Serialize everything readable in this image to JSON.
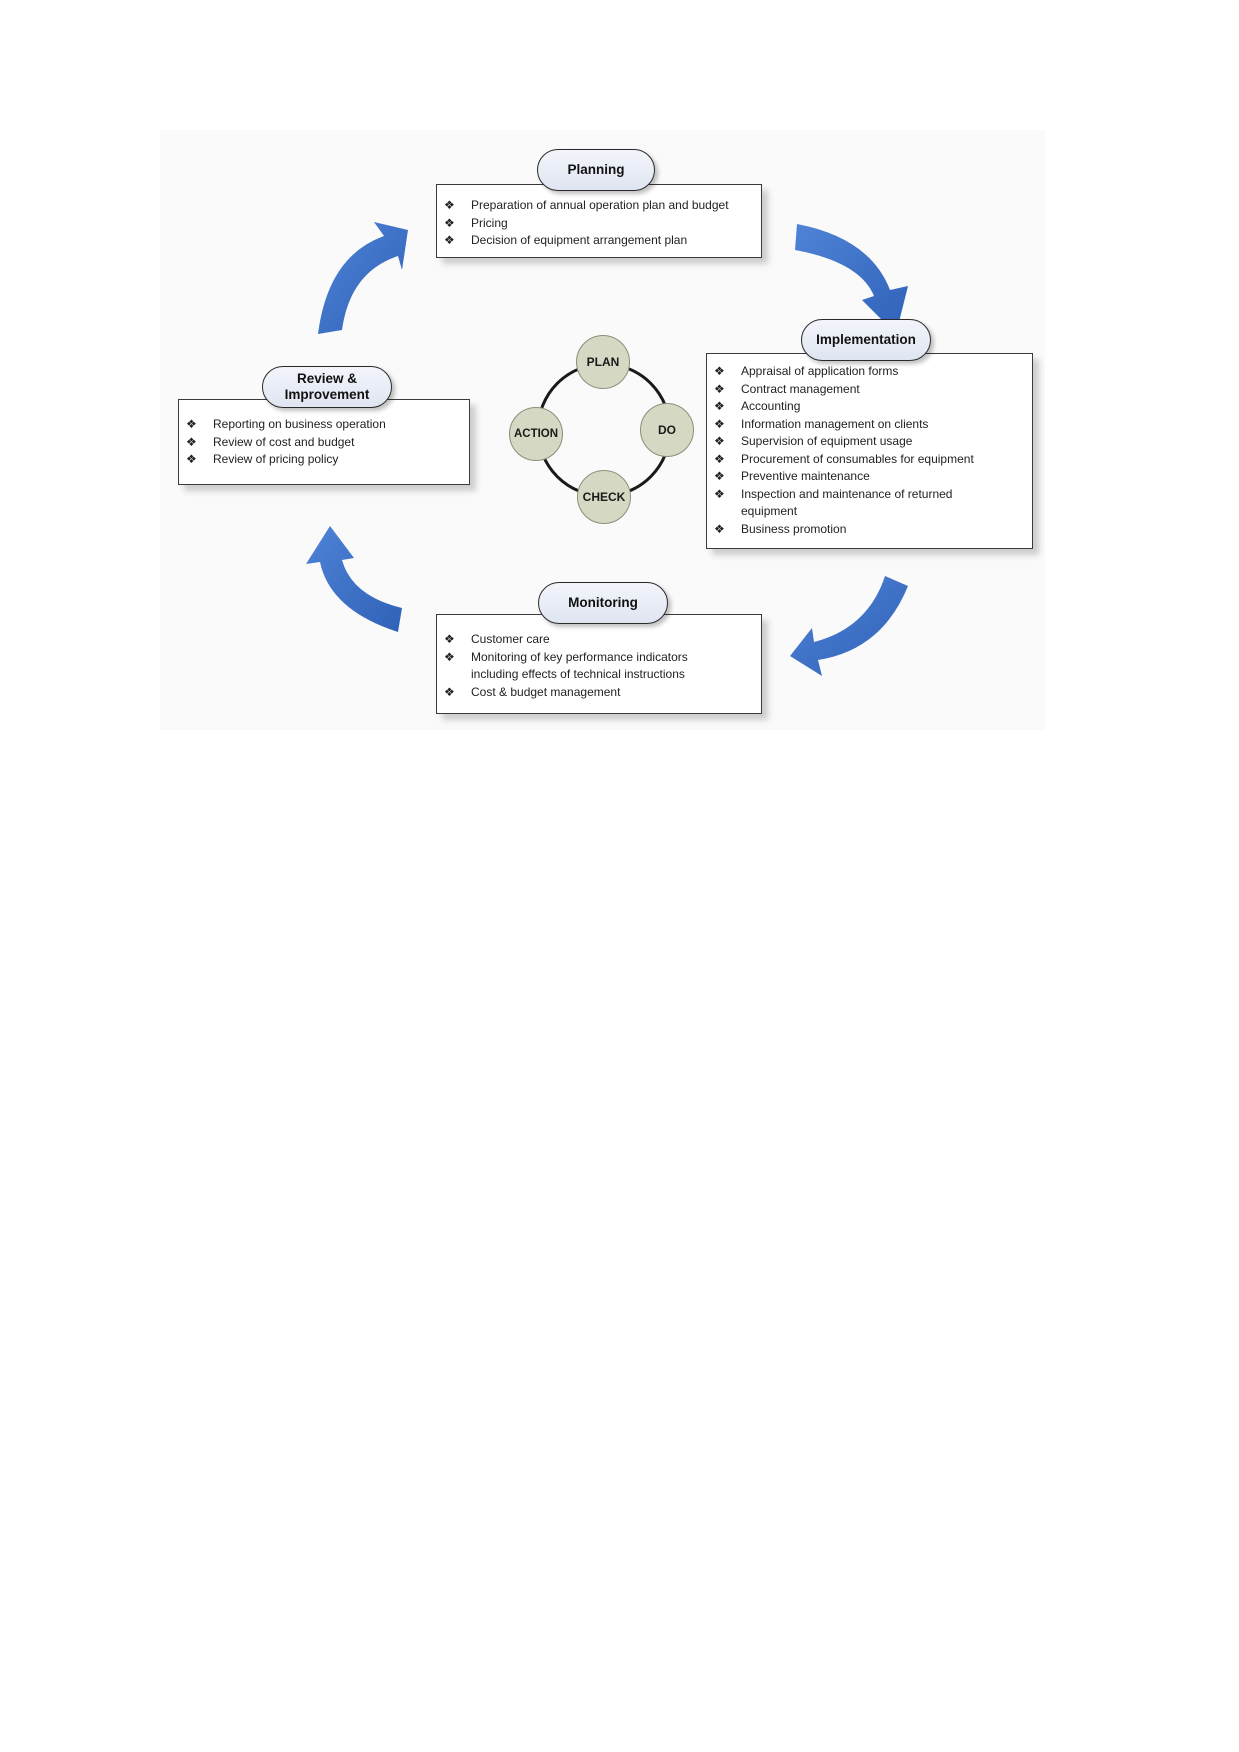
{
  "planning": {
    "title": "Planning",
    "items": [
      "Preparation of annual operation plan and budget",
      "Pricing",
      "Decision of equipment arrangement plan"
    ]
  },
  "implementation": {
    "title": "Implementation",
    "items": [
      "Appraisal of application forms",
      "Contract management",
      "Accounting",
      "Information management on clients",
      "Supervision of equipment usage",
      "Procurement of consumables for equipment",
      "Preventive maintenance",
      "Inspection and maintenance of returned equipment",
      "Business promotion"
    ]
  },
  "monitoring": {
    "title": "Monitoring",
    "items": [
      "Customer care",
      "Monitoring of key performance indicators including effects of technical instructions",
      "Cost & budget management"
    ]
  },
  "review": {
    "title_line1": "Review &",
    "title_line2": "Improvement",
    "items": [
      "Reporting on business operation",
      "Review of cost and budget",
      "Review of pricing policy"
    ]
  },
  "pdca": {
    "plan": "PLAN",
    "do": "DO",
    "check": "CHECK",
    "action": "ACTION"
  },
  "bullet_glyph": "❖",
  "colors": {
    "arrow": "#3b6fc6",
    "pill_fill": "#e4e9f4",
    "node_fill": "#d5d8c2"
  }
}
